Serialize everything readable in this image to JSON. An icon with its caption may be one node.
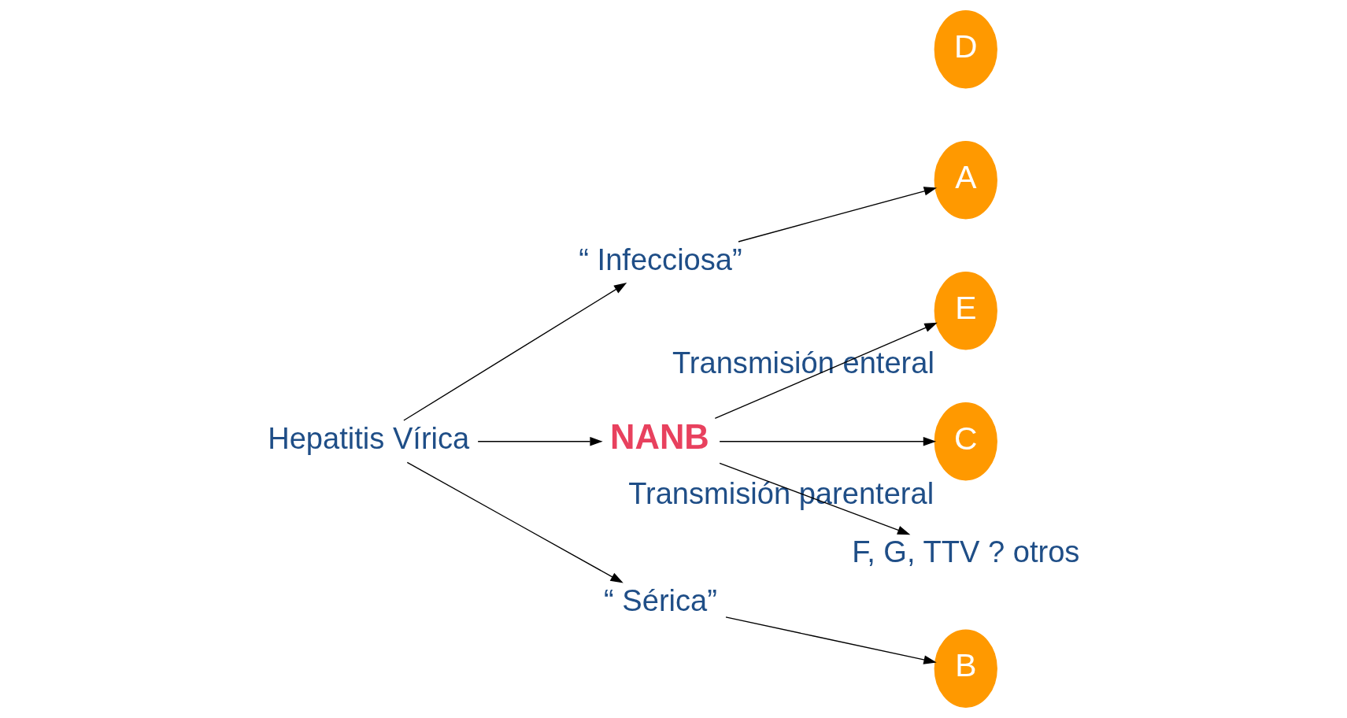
{
  "diagram": {
    "nodes": [
      {
        "text": [
          "“ Infecciosa”"
        ]
      },
      {
        "text": [
          "A"
        ]
      },
      {
        "text": [
          "E"
        ],
        "beside": [
          "Transmisión enteral"
        ]
      },
      {
        "text": [
          "Hepatitis Vírica"
        ]
      },
      {
        "text": [
          "NANB"
        ]
      },
      {
        "text": [
          "“ Sérica”"
        ]
      },
      {
        "text": [
          "B"
        ]
      },
      {
        "text": [
          "D"
        ]
      },
      {
        "text": [
          "C"
        ],
        "beside": [
          "Transmisión parenteral"
        ]
      },
      {
        "text": [
          "F, G, TTV ? otros"
        ]
      }
    ],
    "edges": [
      {
        "from": 3,
        "to": 0,
        "arrow": "to"
      },
      {
        "from": 0,
        "to": 1,
        "arrow": "to"
      },
      {
        "from": 3,
        "to": 4,
        "arrow": "to"
      },
      {
        "from": 3,
        "to": 5,
        "arrow": "to"
      },
      {
        "from": 5,
        "to": 6,
        "arrow": "to"
      },
      {
        "from": 4,
        "to": 2,
        "arrow": "to"
      },
      {
        "from": 4,
        "to": 8,
        "arrow": "to"
      },
      {
        "from": 4,
        "to": 9,
        "arrow": "to"
      }
    ]
  }
}
